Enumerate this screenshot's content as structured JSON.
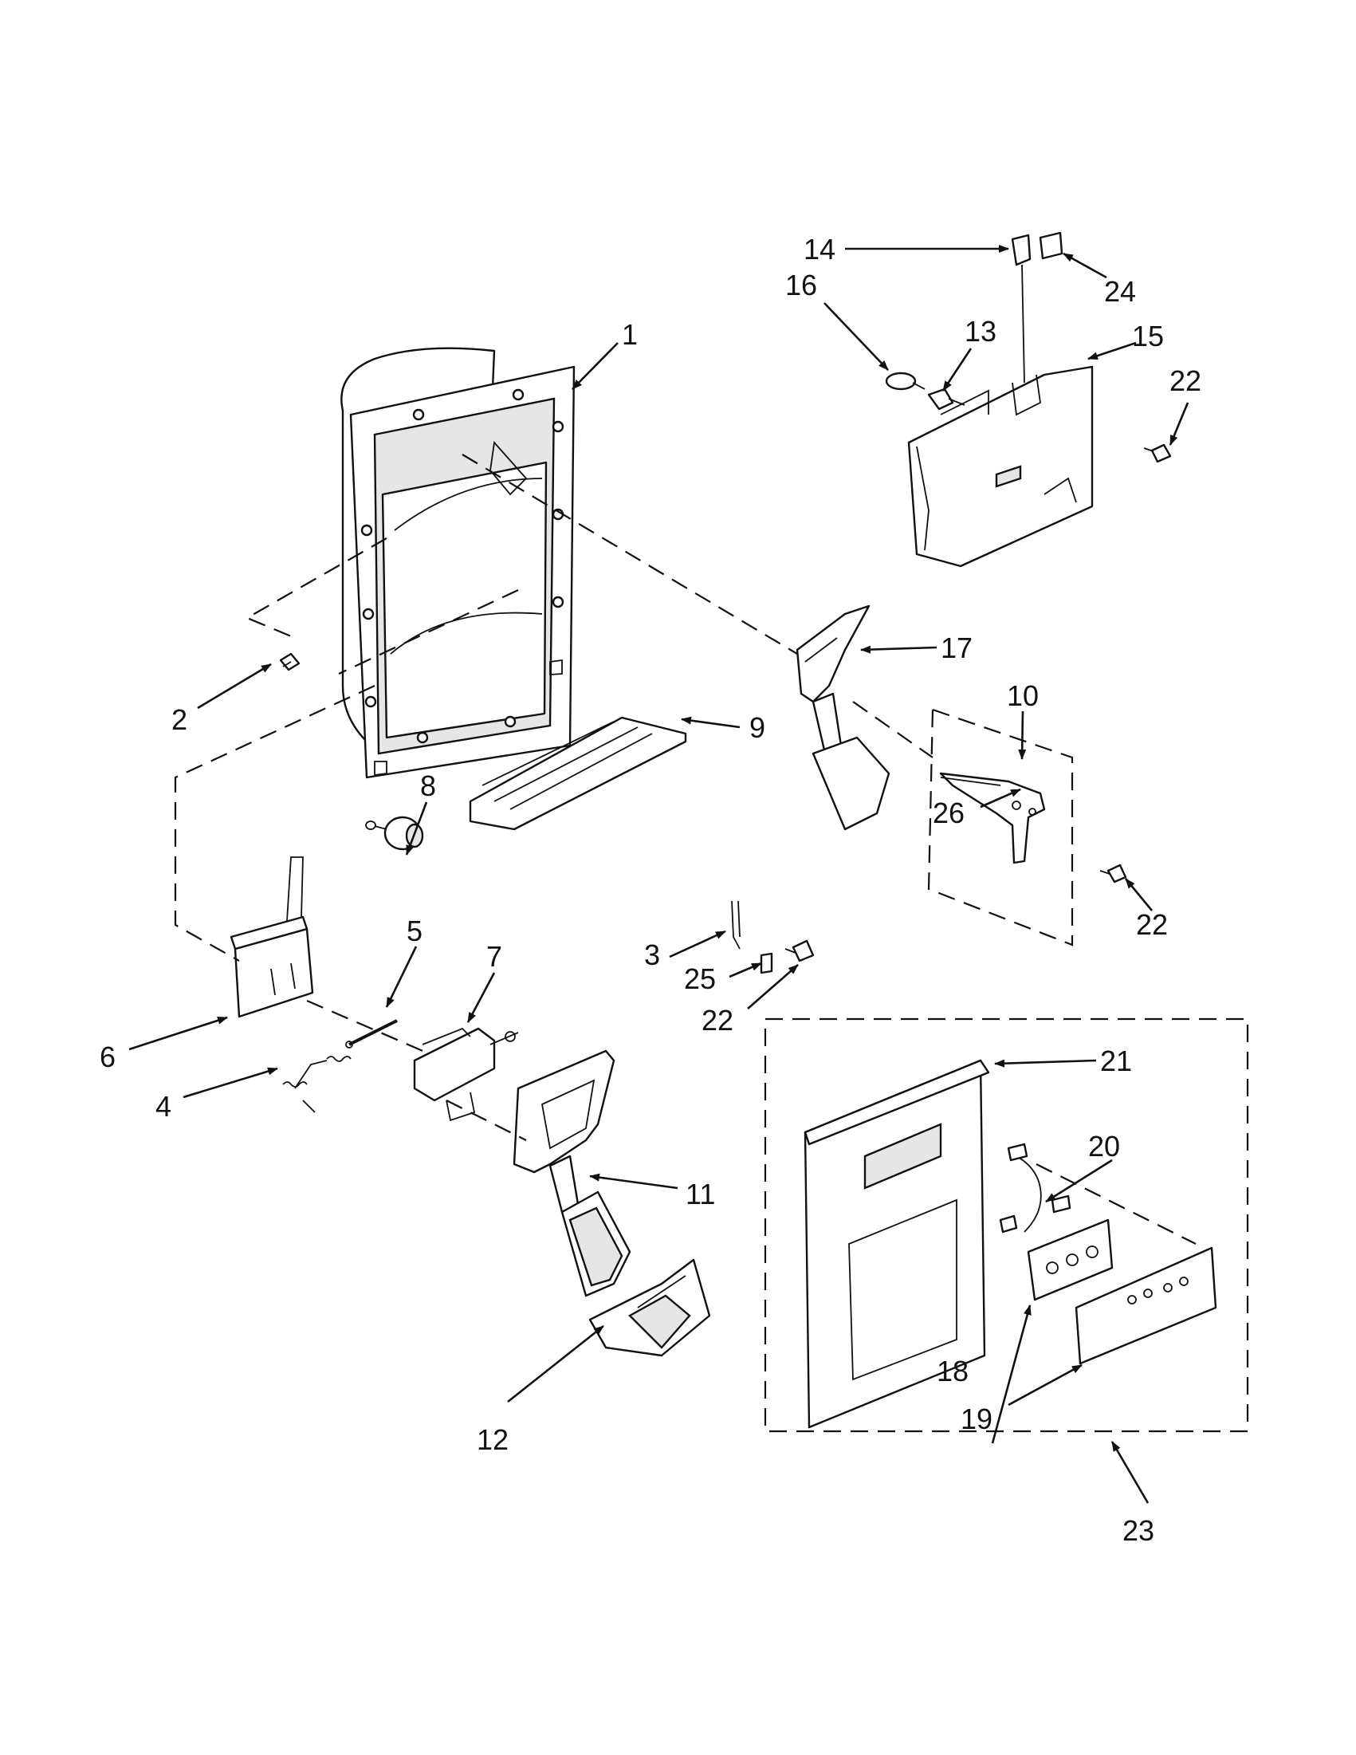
{
  "diagram": {
    "callouts": [
      {
        "id": "c1",
        "text": "1"
      },
      {
        "id": "c2",
        "text": "2"
      },
      {
        "id": "c3",
        "text": "3"
      },
      {
        "id": "c4",
        "text": "4"
      },
      {
        "id": "c5",
        "text": "5"
      },
      {
        "id": "c6",
        "text": "6"
      },
      {
        "id": "c7",
        "text": "7"
      },
      {
        "id": "c8",
        "text": "8"
      },
      {
        "id": "c9",
        "text": "9"
      },
      {
        "id": "c10",
        "text": "10"
      },
      {
        "id": "c11",
        "text": "11"
      },
      {
        "id": "c12",
        "text": "12"
      },
      {
        "id": "c13",
        "text": "13"
      },
      {
        "id": "c14",
        "text": "14"
      },
      {
        "id": "c15",
        "text": "15"
      },
      {
        "id": "c16",
        "text": "16"
      },
      {
        "id": "c17",
        "text": "17"
      },
      {
        "id": "c18",
        "text": "18"
      },
      {
        "id": "c19",
        "text": "19"
      },
      {
        "id": "c20",
        "text": "20"
      },
      {
        "id": "c21",
        "text": "21"
      },
      {
        "id": "c22a",
        "text": "22"
      },
      {
        "id": "c22b",
        "text": "22"
      },
      {
        "id": "c22c",
        "text": "22"
      },
      {
        "id": "c23",
        "text": "23"
      },
      {
        "id": "c24",
        "text": "24"
      },
      {
        "id": "c25",
        "text": "25"
      },
      {
        "id": "c26",
        "text": "26"
      }
    ]
  }
}
